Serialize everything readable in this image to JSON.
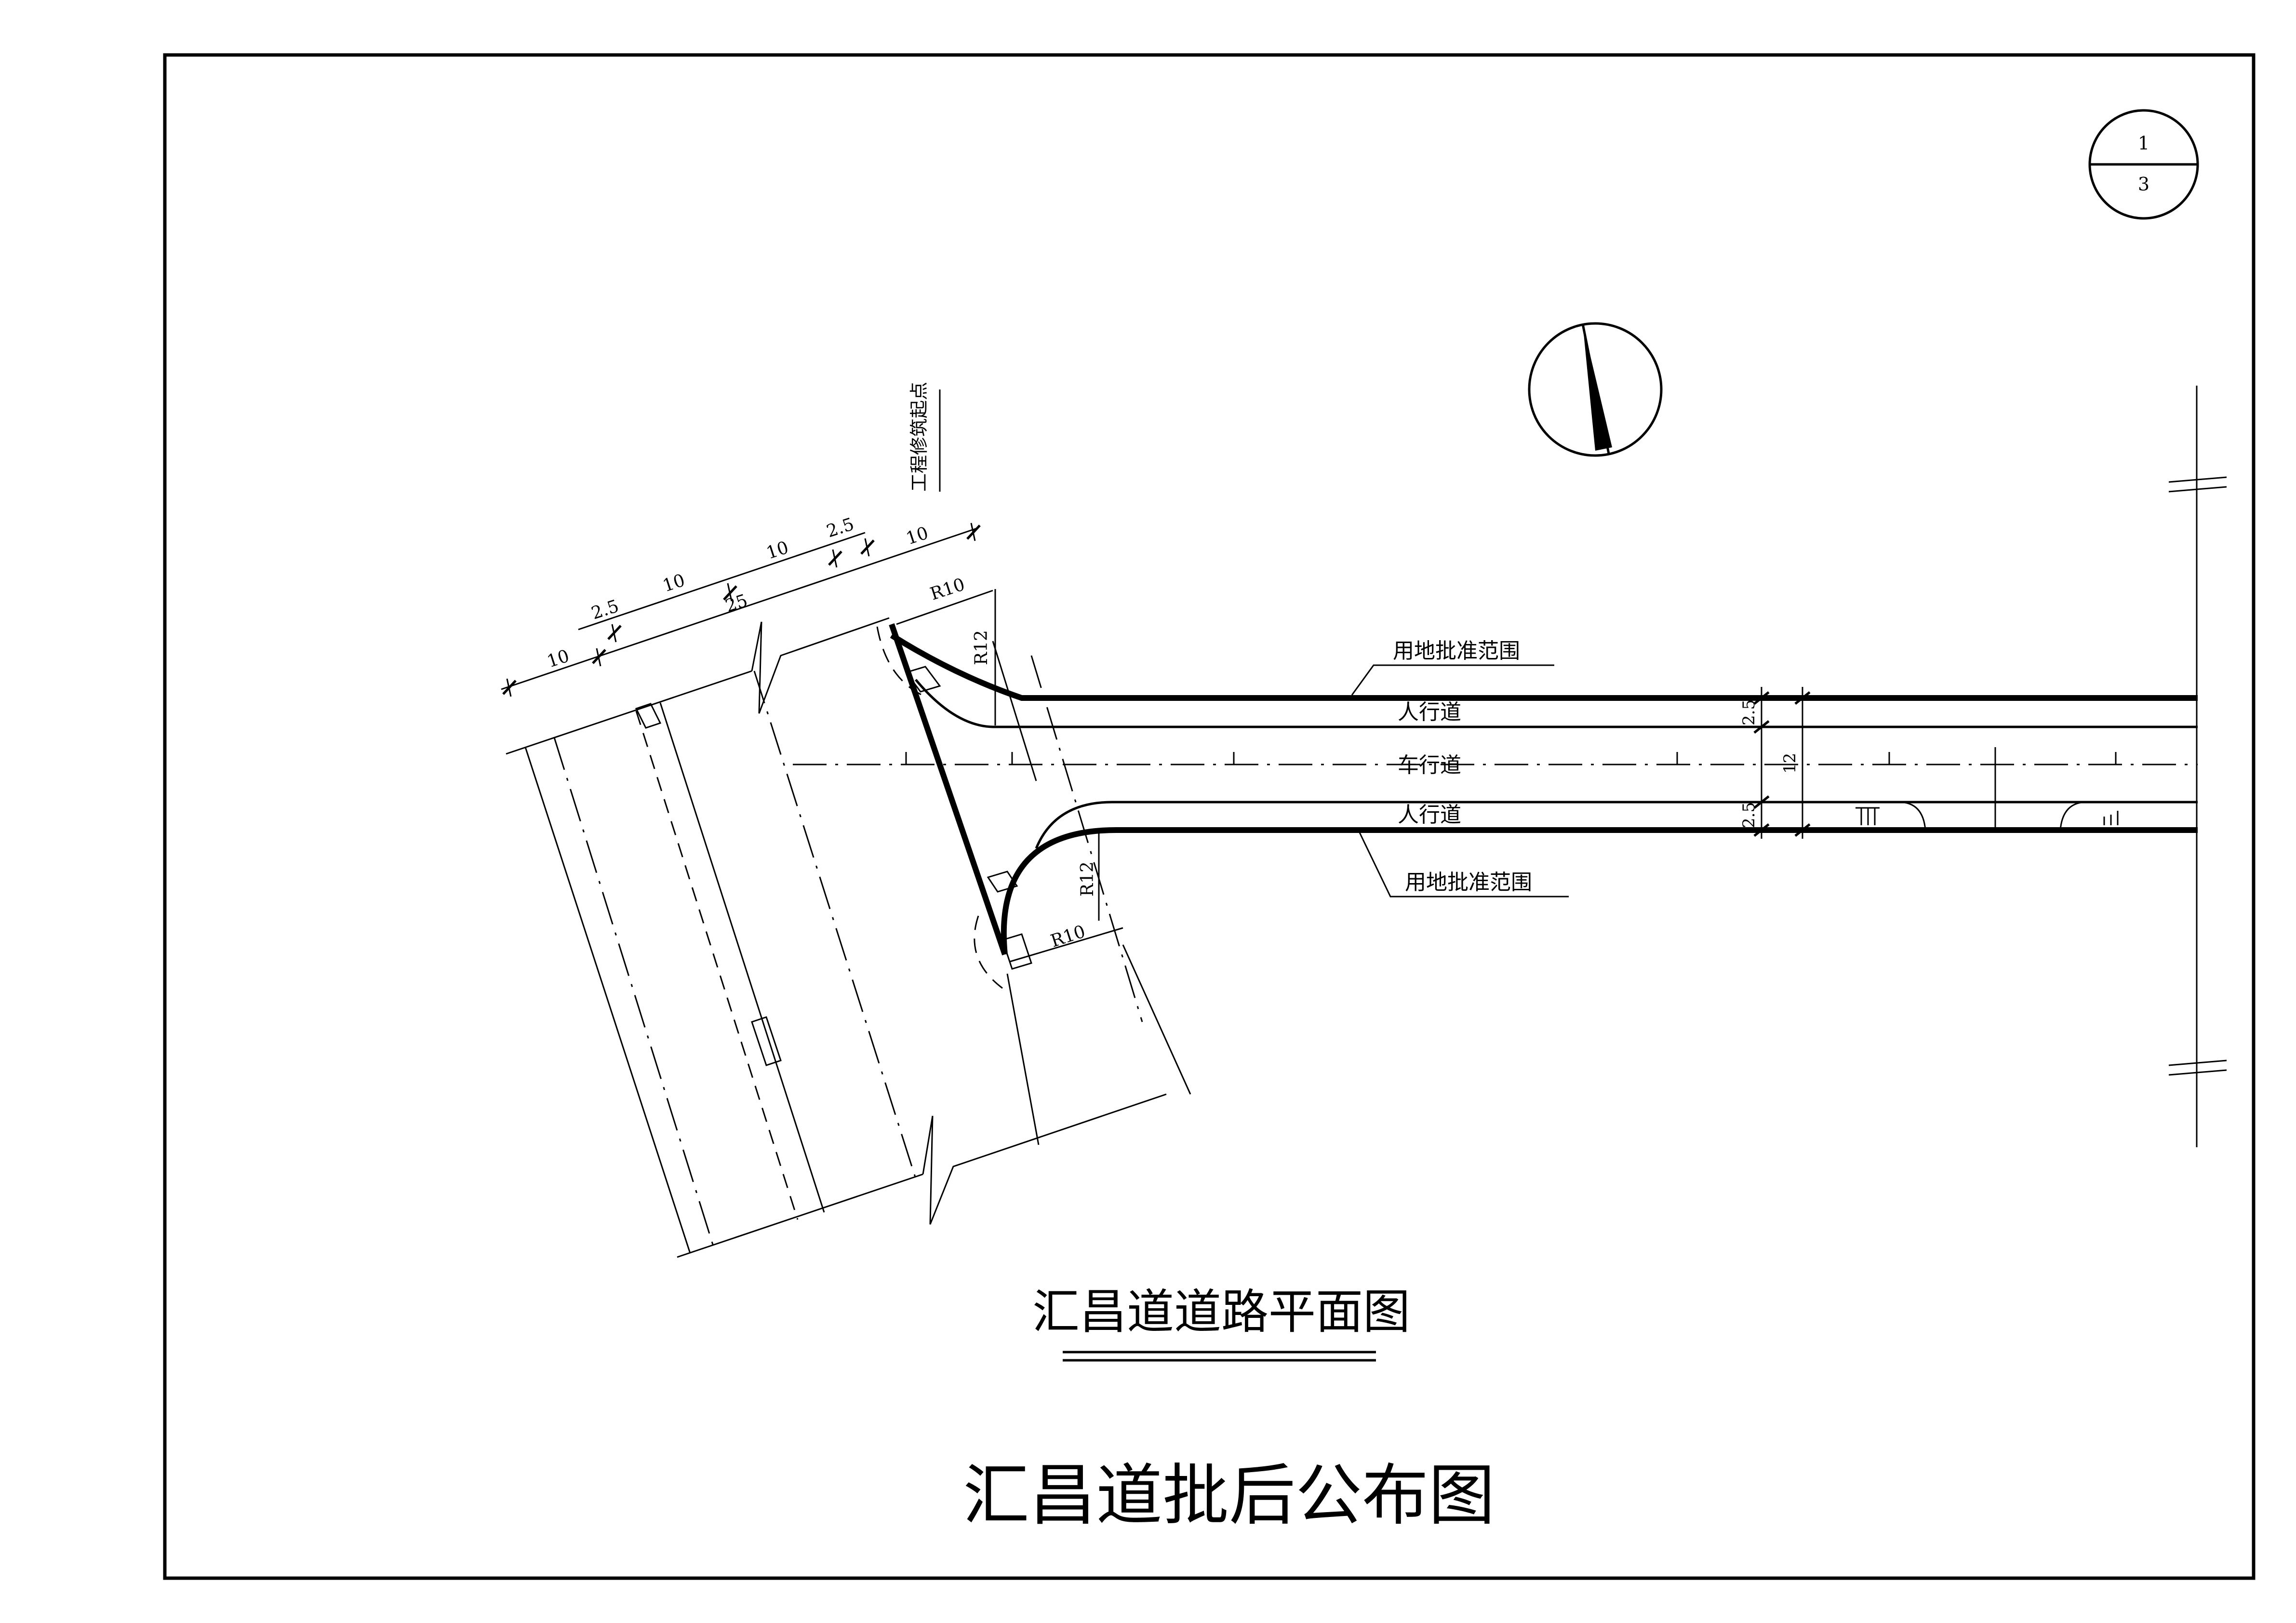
{
  "sheet": {
    "index_top": "1",
    "index_bottom": "3"
  },
  "labels": {
    "project_start": "工程修筑起点",
    "land_boundary_top": "用地批准范围",
    "land_boundary_bottom": "用地批准范围",
    "sidewalk_top": "人行道",
    "carriageway": "车行道",
    "sidewalk_bottom": "人行道"
  },
  "dimensions": {
    "d10_a": "10",
    "d2_5_a": "2.5",
    "d10_b": "10",
    "d25": "25",
    "d10_c": "10",
    "d2_5_b": "2.5",
    "d10_d": "10",
    "r10_top": "R10",
    "r12_top": "R12",
    "r12_bottom": "R12",
    "r10_bottom": "R10",
    "w2_5_top": "2.5",
    "w12": "12",
    "w2_5_bottom": "2.5"
  },
  "titles": {
    "plan_title": "汇昌道道路平面图",
    "sheet_title": "汇昌道批后公布图"
  },
  "icons": {
    "north_arrow": "north-arrow-icon",
    "sheet_index": "sheet-index-circle"
  }
}
